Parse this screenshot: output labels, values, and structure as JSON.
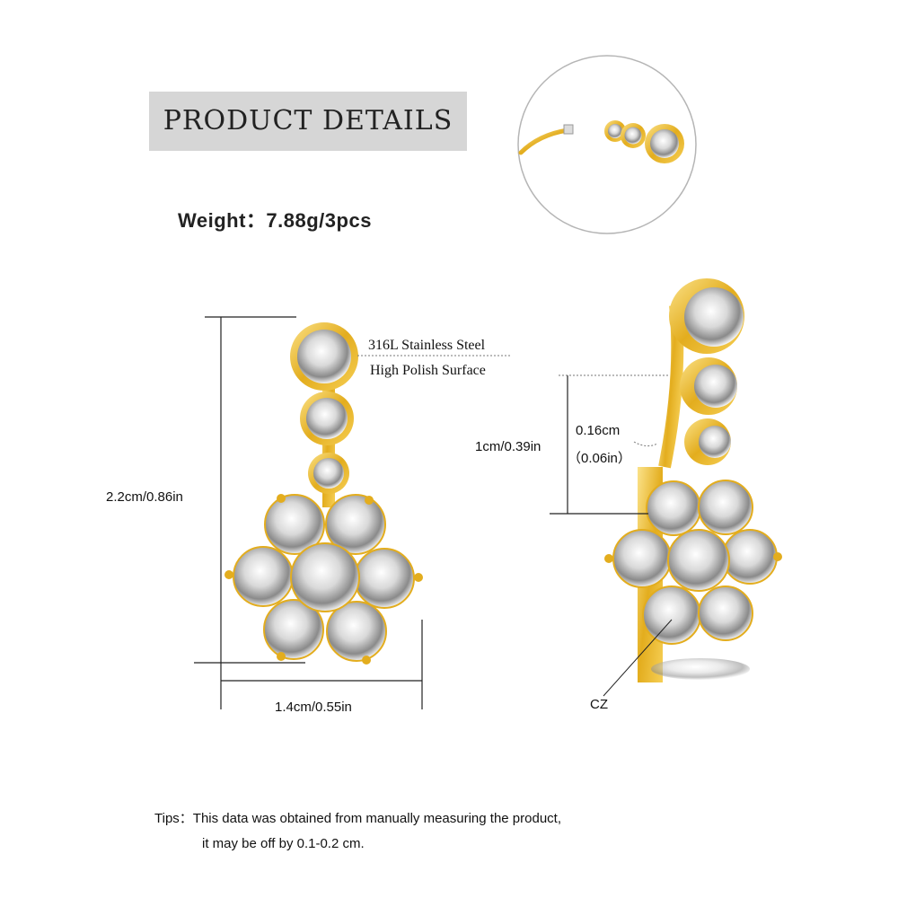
{
  "header": {
    "title": "PRODUCT DETAILS"
  },
  "weight": {
    "text": "Weight：7.88g/3pcs"
  },
  "material": {
    "line1": "316L Stainless Steel",
    "line2": "High Polish Surface"
  },
  "dimensions": {
    "height": "2.2cm/0.86in",
    "width": "1.4cm/0.55in",
    "bar_length": "1cm/0.39in",
    "thickness_cm": "0.16cm",
    "thickness_in": "（0.06in）"
  },
  "stone_label": "CZ",
  "tips": {
    "line1": "Tips：This data was obtained from manually measuring the product,",
    "line2": "it may be off by 0.1-0.2 cm."
  },
  "colors": {
    "gold": "#e8b92a",
    "banner": "#d6d6d6",
    "text": "#1a1a1a"
  },
  "icons": [
    "jewelry-front-image",
    "jewelry-side-image",
    "detail-zoom-image"
  ]
}
